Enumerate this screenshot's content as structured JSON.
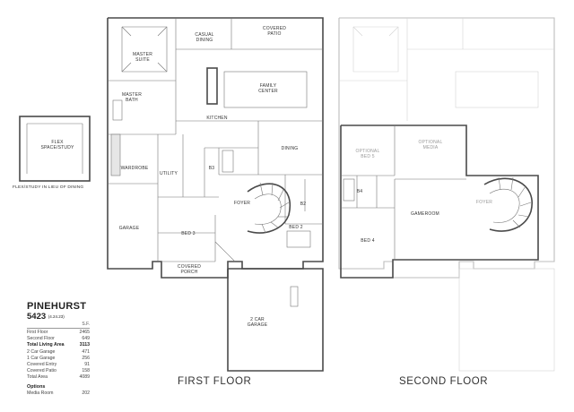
{
  "floor_plan": {
    "first_floor_title": "FIRST FLOOR",
    "second_floor_title": "SECOND FLOOR",
    "first_floor_rooms": {
      "casual_dining": [
        "CASUAL",
        "DINING"
      ],
      "covered_patio": [
        "COVERED",
        "PATIO"
      ],
      "master_suite": [
        "MASTER",
        "SUITE"
      ],
      "master_bath": [
        "MASTER",
        "BATH"
      ],
      "family_center": [
        "FAMILY",
        "CENTER"
      ],
      "kitchen": [
        "KITCHEN"
      ],
      "dining": [
        "DINING"
      ],
      "wardrobe": [
        "WARDROBE"
      ],
      "utility": [
        "UTILITY"
      ],
      "b3": [
        "B3"
      ],
      "foyer": [
        "FOYER"
      ],
      "b2": [
        "B2"
      ],
      "garage": [
        "GARAGE"
      ],
      "bed3": [
        "BED 3"
      ],
      "bed2": [
        "BED 2"
      ],
      "covered_porch": [
        "COVERED",
        "PORCH"
      ],
      "car_garage_2": [
        "2 CAR",
        "GARAGE"
      ]
    },
    "second_floor_rooms": {
      "optional_bed5": [
        "OPTIONAL",
        "BED 5"
      ],
      "optional_media": [
        "OPTIONAL",
        "MEDIA"
      ],
      "b4": [
        "B4"
      ],
      "gameroom": [
        "GAMEROOM"
      ],
      "foyer": [
        "FOYER"
      ],
      "bed4": [
        "BED 4"
      ]
    },
    "flex_inset": {
      "label": [
        "FLEX",
        "SPACE/STUDY"
      ],
      "caption": "FLEX/STUDY IN LIEU OF DINING"
    }
  },
  "plan_info": {
    "name": "PINEHURST",
    "number": "5423",
    "date": "(4.24.23)",
    "column_header": "S.F.",
    "rows": [
      {
        "label": "First Floor",
        "value": "2465",
        "bold": false
      },
      {
        "label": "Second Floor",
        "value": "649",
        "bold": false
      },
      {
        "label": "Total Living Area",
        "value": "3113",
        "bold": true
      },
      {
        "label": "2 Car Garage",
        "value": "471",
        "bold": false
      },
      {
        "label": "1 Car Garage",
        "value": "256",
        "bold": false
      },
      {
        "label": "Covered Entry",
        "value": "91",
        "bold": false
      },
      {
        "label": "Covered Patio",
        "value": "158",
        "bold": false
      },
      {
        "label": "Total Area",
        "value": "4089",
        "bold": false
      }
    ],
    "options_title": "Options",
    "options": [
      {
        "label": "Media Room",
        "value": "202"
      }
    ]
  }
}
